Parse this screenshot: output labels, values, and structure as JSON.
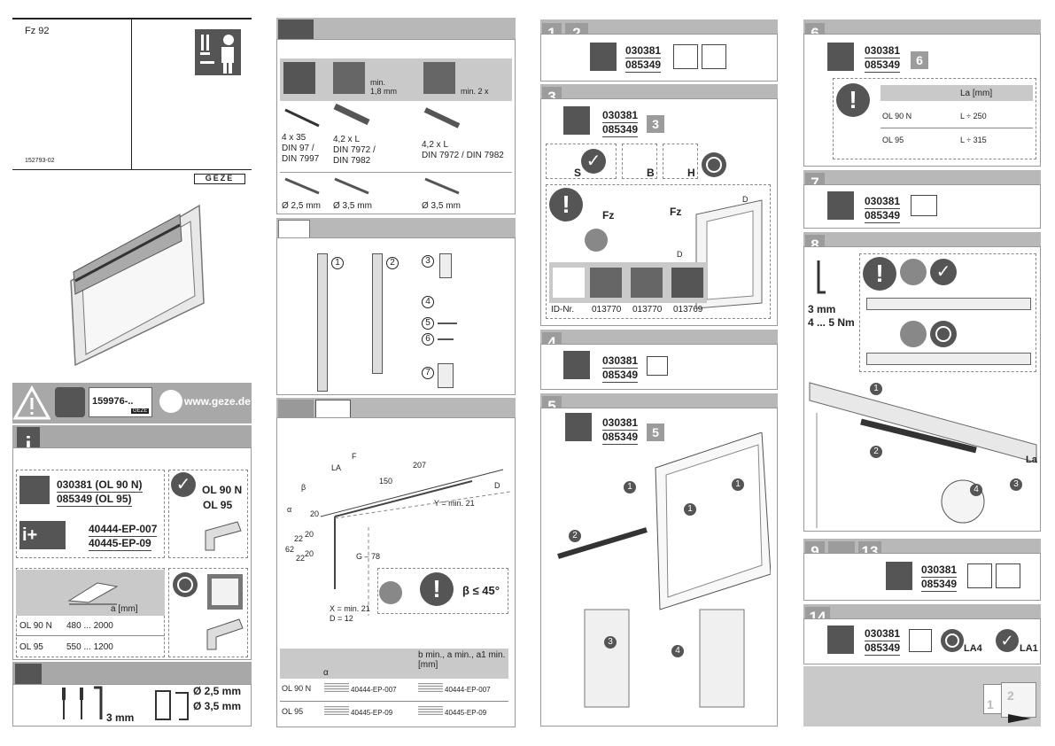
{
  "col1": {
    "model": "Fz 92",
    "docnum": "152793-02",
    "brand": "GEZE",
    "warning_code": "159976-..",
    "website": "www.geze.de",
    "info_codes": [
      "030381 (OL 90 N)",
      "085349 (OL 95)"
    ],
    "acc_codes": [
      "40444-EP-007",
      "40445-EP-09"
    ],
    "models": [
      "OL 90 N",
      "OL 95"
    ],
    "table_header": "a [mm]",
    "table_rows": [
      {
        "model": "OL 90 N",
        "range": "480 ... 2000"
      },
      {
        "model": "OL 95",
        "range": "550 ... 1200"
      }
    ],
    "tool_size": "3 mm",
    "drill_sizes": [
      "Ø 2,5 mm",
      "Ø 3,5 mm"
    ]
  },
  "col2": {
    "min_label": "min.",
    "min_val": "1,8 mm",
    "min2x": "min. 2 x",
    "screws": [
      {
        "lines": [
          "4 x 35",
          "DIN 97 /",
          "DIN 7997"
        ]
      },
      {
        "lines": [
          "4,2 x L",
          "DIN 7972 /",
          "DIN 7982"
        ]
      },
      {
        "lines": [
          "4,2 x L",
          "DIN 7972 / DIN 7982"
        ]
      }
    ],
    "drills": [
      "Ø 2,5 mm",
      "Ø 3,5 mm",
      "Ø 3,5 mm"
    ],
    "parts": [
      "1",
      "2",
      "3",
      "4",
      "5",
      "6",
      "7"
    ],
    "dims": {
      "F": "F",
      "LA": "LA",
      "d207": "207",
      "d150": "150",
      "D": "D",
      "Y": "Y = min. 21",
      "G": "G – 78",
      "X": "X = min. 21",
      "D12": "D = 12",
      "d62": "62",
      "d22": "22",
      "d20a": "20",
      "d20b": "20",
      "d20c": "20",
      "d22b": "22",
      "alpha": "α",
      "beta": "β"
    },
    "beta_rule": "β ≤ 45°",
    "table_header": [
      "α",
      "b min., a min., a1 min. [mm]"
    ],
    "table_rows": [
      {
        "model": "OL 90 N",
        "a": "40444-EP-007",
        "b": "40444-EP-007"
      },
      {
        "model": "OL 95",
        "a": "40445-EP-09",
        "b": "40445-EP-09"
      }
    ]
  },
  "col3": {
    "s12": {
      "tabs": [
        "1",
        "2"
      ],
      "codes": [
        "030381",
        "085349"
      ]
    },
    "s3": {
      "tab": "3",
      "codes": [
        "030381",
        "085349"
      ],
      "badge": "3",
      "labels": [
        "S",
        "B",
        "H"
      ],
      "fz1": "Fz",
      "fz2": "Fz",
      "D1": "D",
      "D2": "D",
      "id_label": "ID-Nr.",
      "ids": [
        "013770",
        "013770",
        "013769"
      ]
    },
    "s4": {
      "tab": "4",
      "codes": [
        "030381",
        "085349"
      ]
    },
    "s5": {
      "tab": "5",
      "codes": [
        "030381",
        "085349"
      ],
      "badge": "5",
      "steps": [
        "1",
        "1",
        "1",
        "2",
        "3",
        "4"
      ]
    }
  },
  "col4": {
    "s6": {
      "tab": "6",
      "codes": [
        "030381",
        "085349"
      ],
      "badge": "6",
      "th": "La [mm]",
      "rows": [
        {
          "model": "OL 90 N",
          "val": "L ÷ 250"
        },
        {
          "model": "OL 95",
          "val": "L ÷ 315"
        }
      ]
    },
    "s7": {
      "tab": "7",
      "codes": [
        "030381",
        "085349"
      ]
    },
    "s8": {
      "tab": "8",
      "tool": "3 mm",
      "torque": "4 ... 5 Nm",
      "steps": [
        "1",
        "2",
        "3",
        "4"
      ],
      "la": "La"
    },
    "s9": {
      "tabs": [
        "9",
        "...",
        "13"
      ],
      "codes": [
        "030381",
        "085349"
      ]
    },
    "s14": {
      "tab": "14",
      "codes": [
        "030381",
        "085349"
      ],
      "la4": "LA4",
      "la1": "LA1"
    },
    "pages": [
      "1",
      "2"
    ]
  }
}
